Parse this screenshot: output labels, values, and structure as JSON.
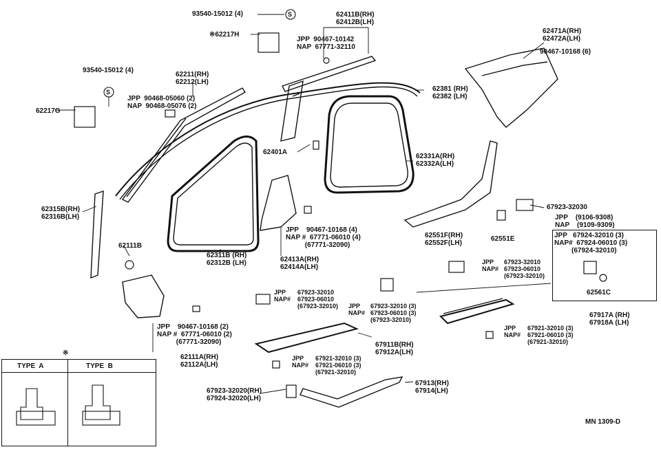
{
  "labels": {
    "p93540_top": "93540-15012 (4)",
    "p62217h": "※62217H",
    "p62411b": "62411B(RH)\n62412B(LH)",
    "p62411b_fasteners": "JPP  90467-10142\nNAP  67771-32110",
    "p62471a": "62471A(RH)\n62472A(LH)",
    "p90467_6": "90467-10168 (6)",
    "p93540_left": "93540-15012 (4)",
    "p62211": "62211(RH)\n62212(LH)",
    "p62211_fasteners": "JPP  90468-05060 (2)\nNAP  90468-05076 (2)",
    "p62217g": "62217G",
    "p62381": "62381 (RH)\n62382 (LH)",
    "p62401a": "62401A",
    "p62331a": "62331A(RH)\n62332A(LH)",
    "p62315b": "62315B(RH)\n62316B(LH)",
    "p67923_32030": "67923-32030",
    "p62551f": "62551F(RH)\n62552F(LH)",
    "p62551e": "62551E",
    "p62413a_fasteners": "JPP    90467-10168 (4)\nNAP #  67771-06010 (4)\n          (67771-32090)",
    "p62413a": "62413A(RH)\n62414A(LH)",
    "p62111b": "62111B",
    "p62311b": "62311B (RH)\n62312B (LH)",
    "p62561c_dates": "JPP    (9106-9308)\nNAP    (9109-9309)",
    "p62561c_fasteners": "JPP   67924-32010 (3)\nNAP#  67924-06010 (3)\n         (67924-32010)",
    "p62561c": "62561C",
    "p_clip_right": "JPP\nNAP#",
    "p_clip_right_nums": "67923-32010\n67923-06010\n(67923-32010)",
    "p_clip_left": "JPP\nNAP#",
    "p_clip_left_nums": "67923-32010\n67923-06010\n(67923-32010)",
    "p_clip_mid": "JPP\nNAP#",
    "p_clip_mid_nums": "67923-32010 (3)\n67923-06010 (3)\n(67923-32010)",
    "p62111a_fasteners": "JPP    90467-10168 (2)\nNAP #  67771-06010 (2)\n          (67771-32090)",
    "p62111a": "62111A(RH)\n62112A(LH)",
    "p67917a": "67917A (RH)\n67918A (LH)",
    "p67917a_fasteners": "JPP\nNAP#",
    "p67917a_nums": "67921-32010 (3)\n67921-06010 (3)\n(67921-32010)",
    "p67911b": "67911B(RH)\n67912A(LH)",
    "p67911b_fasteners": "JPP\nNAP#",
    "p67911b_nums": "67921-32010 (3)\n67921-06010 (3)\n(67921-32010)",
    "p67923_32020": "67923-32020(RH)\n67924-32020(LH)",
    "p67913": "67913(RH)\n67914(LH)",
    "mn_code": "MN 1309-D"
  },
  "type_legend": {
    "asterisk": "※",
    "type_a": "TYPE  A",
    "type_b": "TYPE  B"
  },
  "symbol_s": "S"
}
